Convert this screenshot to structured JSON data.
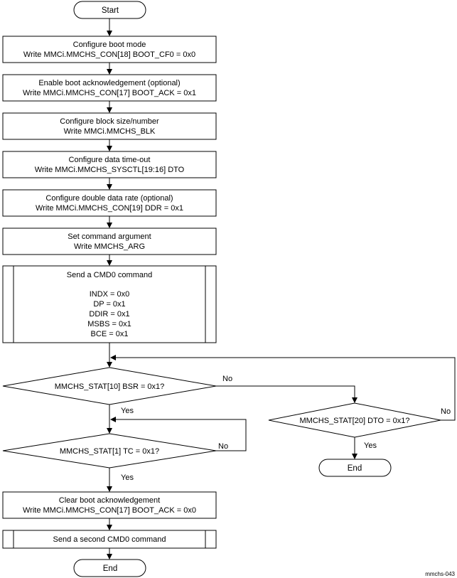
{
  "start": "Start",
  "steps": [
    {
      "line1": "Configure boot mode",
      "line2": "Write MMCi.MMCHS_CON[18] BOOT_CF0 = 0x0"
    },
    {
      "line1": "Enable boot acknowledgement (optional)",
      "line2": "Write MMCi.MMCHS_CON[17] BOOT_ACK = 0x1"
    },
    {
      "line1": "Configure block size/number",
      "line2": "Write MMCi.MMCHS_BLK"
    },
    {
      "line1": "Configure data time-out",
      "line2": "Write MMCi.MMCHS_SYSCTL[19:16] DTO"
    },
    {
      "line1": "Configure double data rate (optional)",
      "line2": "Write MMCi.MMCHS_CON[19] DDR = 0x1"
    },
    {
      "line1": "Set command argument",
      "line2": "Write MMCHS_ARG"
    }
  ],
  "cmd0": {
    "title": "Send a CMD0 command",
    "params": [
      "INDX = 0x0",
      "DP = 0x1",
      "DDIR = 0x1",
      "MSBS = 0x1",
      "BCE = 0x1"
    ]
  },
  "decisions": {
    "bsr": "MMCHS_STAT[10] BSR = 0x1?",
    "tc": "MMCHS_STAT[1] TC = 0x1?",
    "dto": "MMCHS_STAT[20] DTO = 0x1?"
  },
  "labels": {
    "yes": "Yes",
    "no": "No"
  },
  "clear": {
    "line1": "Clear boot acknowledgement",
    "line2": "Write MMCi.MMCHS_CON[17] BOOT_ACK = 0x0"
  },
  "second_cmd": "Send a second CMD0 command",
  "end": "End",
  "figure_id": "mmchs-043"
}
